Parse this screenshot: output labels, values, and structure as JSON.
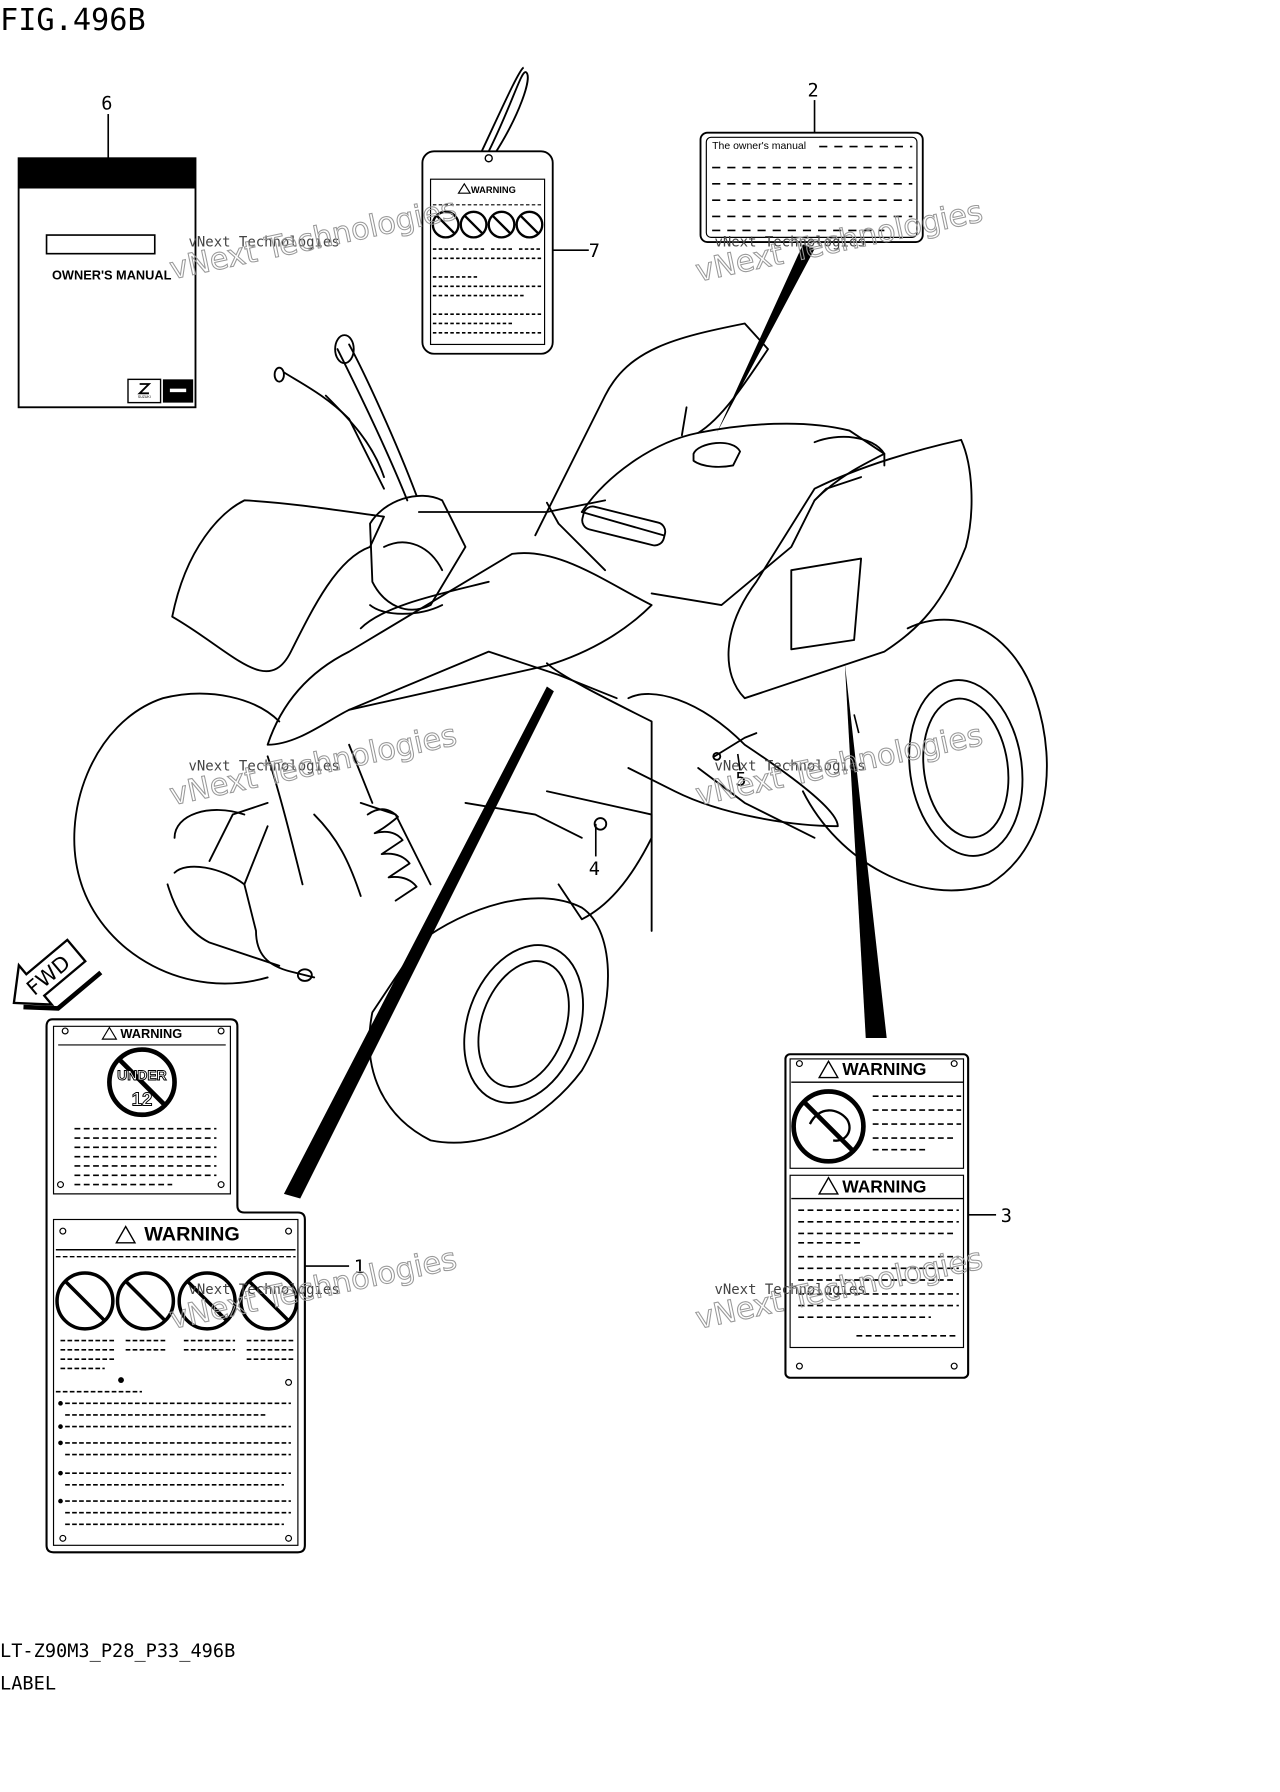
{
  "figure": {
    "title": "FIG.496B",
    "code": "LT-Z90M3_P28_P33_496B",
    "name": "LABEL"
  },
  "watermark": "vNext Technologies",
  "direction_label": "FWD",
  "callouts": [
    "1",
    "2",
    "3",
    "4",
    "5",
    "6",
    "7"
  ],
  "labels": {
    "owners_manual": {
      "text": "OWNER'S MANUAL",
      "brand": "SUZUKI"
    },
    "tag": {
      "warning": "WARNING"
    },
    "manual_notice": {
      "text": "The owner's manual"
    },
    "label_1": {
      "warning_top": "WARNING",
      "under": "UNDER",
      "age": "12",
      "warning_bottom": "WARNING"
    },
    "label_3": {
      "warning_top": "WARNING",
      "warning_bottom": "WARNING"
    }
  }
}
